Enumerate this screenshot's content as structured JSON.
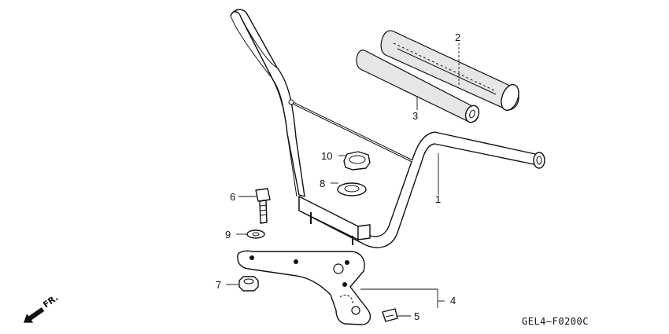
{
  "callouts": [
    {
      "id": "1",
      "part": "handlebar"
    },
    {
      "id": "2",
      "part": "grip-left"
    },
    {
      "id": "3",
      "part": "grip-right"
    },
    {
      "id": "4",
      "part": "holder-assembly"
    },
    {
      "id": "5",
      "part": "clip"
    },
    {
      "id": "6",
      "part": "bolt"
    },
    {
      "id": "7",
      "part": "nut-lower"
    },
    {
      "id": "8",
      "part": "washer-large"
    },
    {
      "id": "9",
      "part": "washer-small"
    },
    {
      "id": "10",
      "part": "nut-upper"
    }
  ],
  "diagram_code": "GEL4–F0200C",
  "direction_label": "FR."
}
